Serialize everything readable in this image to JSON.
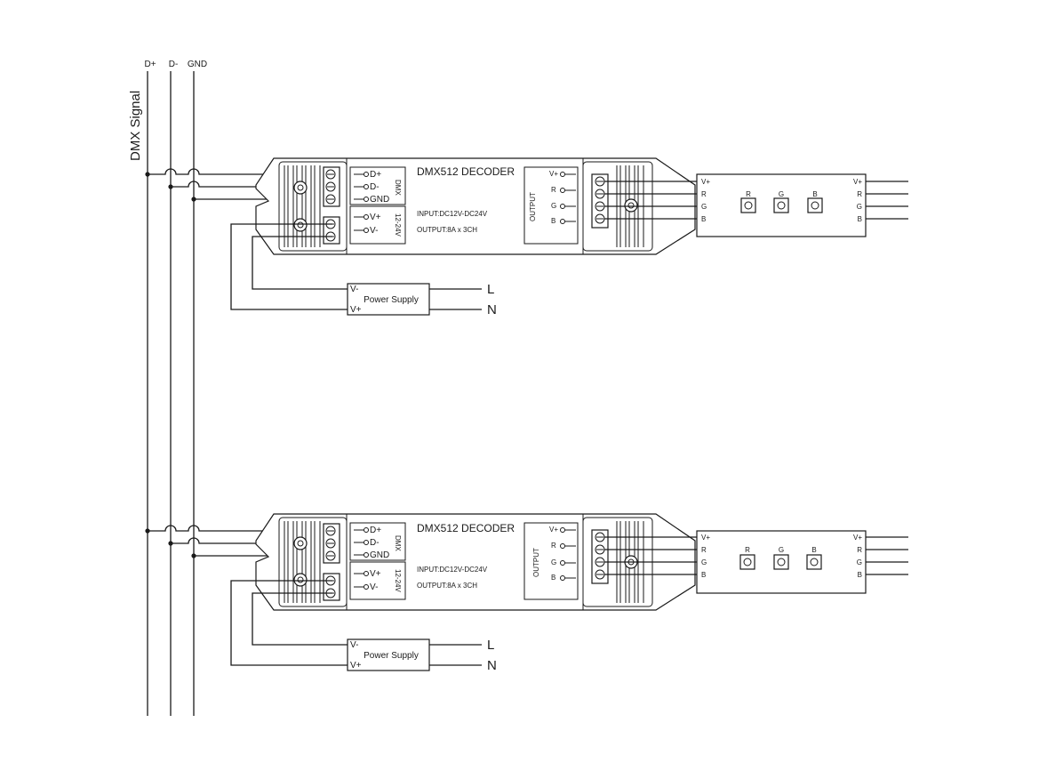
{
  "bus": {
    "signal_label": "DMX Signal",
    "lines": [
      "D+",
      "D-",
      "GND"
    ]
  },
  "units": [
    {
      "decoder": {
        "title": "DMX512 DECODER",
        "input_spec": "INPUT:DC12V-DC24V",
        "output_spec": "OUTPUT:8A x 3CH",
        "dmx_group_label": "DMX",
        "dmx_terminals": [
          "D+",
          "D-",
          "GND"
        ],
        "power_group_label": "12-24V",
        "power_terminals": [
          "V+",
          "V-"
        ],
        "output_group_label": "OUTPUT",
        "output_terminals": [
          "V+",
          "R",
          "G",
          "B"
        ]
      },
      "power_supply": {
        "label": "Power Supply",
        "pins": [
          "V-",
          "V+"
        ],
        "mains": [
          "L",
          "N"
        ]
      },
      "led_strip": {
        "left_labels": [
          "V+",
          "R",
          "G",
          "B"
        ],
        "right_labels": [
          "V+",
          "R",
          "G",
          "B"
        ],
        "leds": [
          "R",
          "G",
          "B"
        ]
      }
    },
    {
      "decoder": {
        "title": "DMX512 DECODER",
        "input_spec": "INPUT:DC12V-DC24V",
        "output_spec": "OUTPUT:8A x 3CH",
        "dmx_group_label": "DMX",
        "dmx_terminals": [
          "D+",
          "D-",
          "GND"
        ],
        "power_group_label": "12-24V",
        "power_terminals": [
          "V+",
          "V-"
        ],
        "output_group_label": "OUTPUT",
        "output_terminals": [
          "V+",
          "R",
          "G",
          "B"
        ]
      },
      "power_supply": {
        "label": "Power Supply",
        "pins": [
          "V-",
          "V+"
        ],
        "mains": [
          "L",
          "N"
        ]
      },
      "led_strip": {
        "left_labels": [
          "V+",
          "R",
          "G",
          "B"
        ],
        "right_labels": [
          "V+",
          "R",
          "G",
          "B"
        ],
        "leds": [
          "R",
          "G",
          "B"
        ]
      }
    }
  ]
}
